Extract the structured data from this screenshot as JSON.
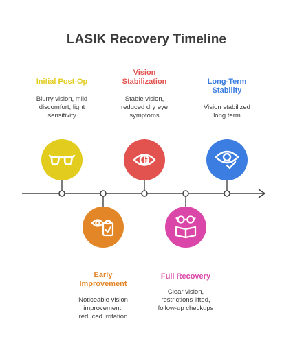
{
  "title": "LASIK Recovery Timeline",
  "stages": [
    {
      "title_lines": [
        "Initial Post-Op"
      ],
      "desc_lines": [
        "Blurry vision, mild",
        "discomfort, light",
        "sensitivity"
      ],
      "color": "#E2CC1E",
      "icon": "glasses-icon"
    },
    {
      "title_lines": [
        "Early",
        "Improvement"
      ],
      "desc_lines": [
        "Noticeable vision",
        "improvement,",
        "reduced irritation"
      ],
      "color": "#E38627",
      "icon": "eye-clipboard-icon"
    },
    {
      "title_lines": [
        "Vision",
        "Stabilization"
      ],
      "desc_lines": [
        "Stable vision,",
        "reduced dry eye",
        "symptoms"
      ],
      "color": "#E2534F",
      "icon": "eye-scan-icon"
    },
    {
      "title_lines": [
        "Full Recovery"
      ],
      "desc_lines": [
        "Clear vision,",
        "restrictions lifted,",
        "follow-up checkups"
      ],
      "color": "#DB47A9",
      "icon": "reading-glasses-book-icon"
    },
    {
      "title_lines": [
        "Long-Term",
        "Stability"
      ],
      "desc_lines": [
        "Vision stabilized",
        "long term"
      ],
      "color": "#3B7DE0",
      "icon": "eye-check-icon"
    }
  ]
}
